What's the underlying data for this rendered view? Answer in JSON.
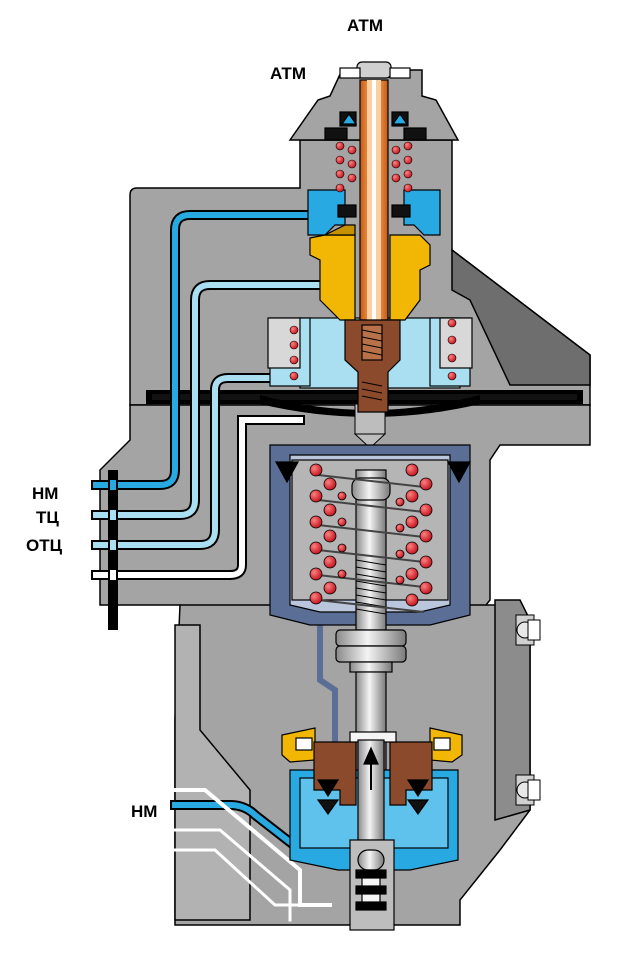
{
  "labels": {
    "atm_top": "АТМ",
    "atm_side": "АТМ",
    "nm": "НМ",
    "tc": "ТЦ",
    "otc": "ОТЦ",
    "nm_lower": "НМ"
  },
  "colors": {
    "body": "#a4a4a4",
    "body_dark": "#6e6e6e",
    "line": "#000000",
    "channel_blue": "#29a9e1",
    "channel_light": "#a9dff0",
    "channel_white": "#ffffff",
    "valve_orange": "#ff7f1f",
    "valve_yellow": "#f2b705",
    "piston_brown": "#8b4a2b",
    "spring_red": "#e51d24",
    "cup_slate": "#5a6e96",
    "stem_gray": "#c8c8c8"
  }
}
